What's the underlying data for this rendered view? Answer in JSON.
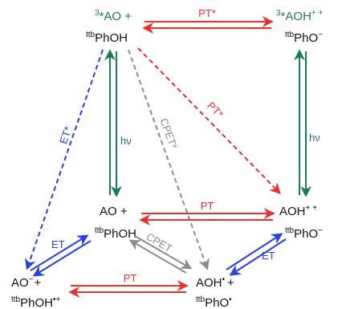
{
  "colors": {
    "green": "#1c7a5a",
    "red": "#e8302f",
    "blue": "#2a3ee8",
    "gray": "#8c8c8c",
    "black": "#111111"
  },
  "species": {
    "tl_top_sup": "3",
    "tl_top_main": "*AO +",
    "tl_bot_sup": "ttb",
    "tl_bot_main": "PhOH",
    "tr_top_sup": "3",
    "tr_top_main": "*AOH",
    "tr_top_plus": "+ +",
    "tr_bot_sup": "ttb",
    "tr_bot_main": "PhO",
    "tr_bot_minus": "−",
    "ml_top": "AO +",
    "ml_bot_sup": "ttb",
    "ml_bot_main": "PhOH",
    "mr_top_main": "AOH",
    "mr_top_plus": "+ +",
    "mr_bot_sup": "ttb",
    "mr_bot_main": "PhO",
    "mr_bot_minus": "−",
    "bl_top_main": "AO",
    "bl_top_minus": "−",
    "bl_top_plus": "+",
    "bl_bot_sup": "ttb",
    "bl_bot_main": "PhOH",
    "bl_bot_radcat": "•+",
    "br_top_main": "AOH",
    "br_top_rad": "•",
    "br_top_plus": "+",
    "br_bot_sup": "ttb",
    "br_bot_main": "PhO",
    "br_bot_rad": "•"
  },
  "labels": {
    "pt_star_top": "PT*",
    "pt_star_diag": "PT*",
    "cpet_star": "CPET*",
    "et_star": "ET*",
    "hv_left": "hν",
    "hv_right": "hν",
    "pt_mid": "PT",
    "pt_bottom": "PT",
    "cpet": "CPET",
    "et_left": "ET",
    "et_right": "ET"
  }
}
